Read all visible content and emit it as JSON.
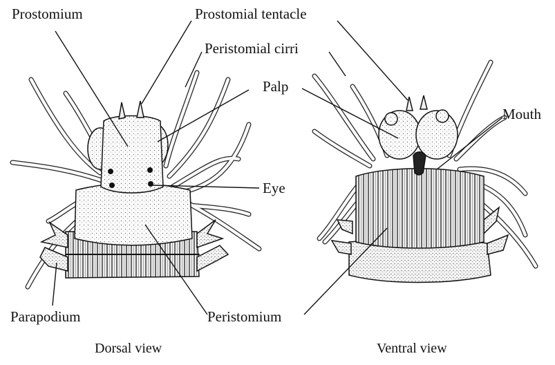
{
  "labels": {
    "prostomium": "Prostomium",
    "prostomial_tentacle": "Prostomial tentacle",
    "peristomial_cirri": "Peristomial cirri",
    "palp": "Palp",
    "mouth": "Mouth",
    "eye": "Eye",
    "parapodium": "Parapodium",
    "peristomium": "Peristomium"
  },
  "captions": {
    "dorsal": "Dorsal view",
    "ventral": "Ventral view"
  }
}
